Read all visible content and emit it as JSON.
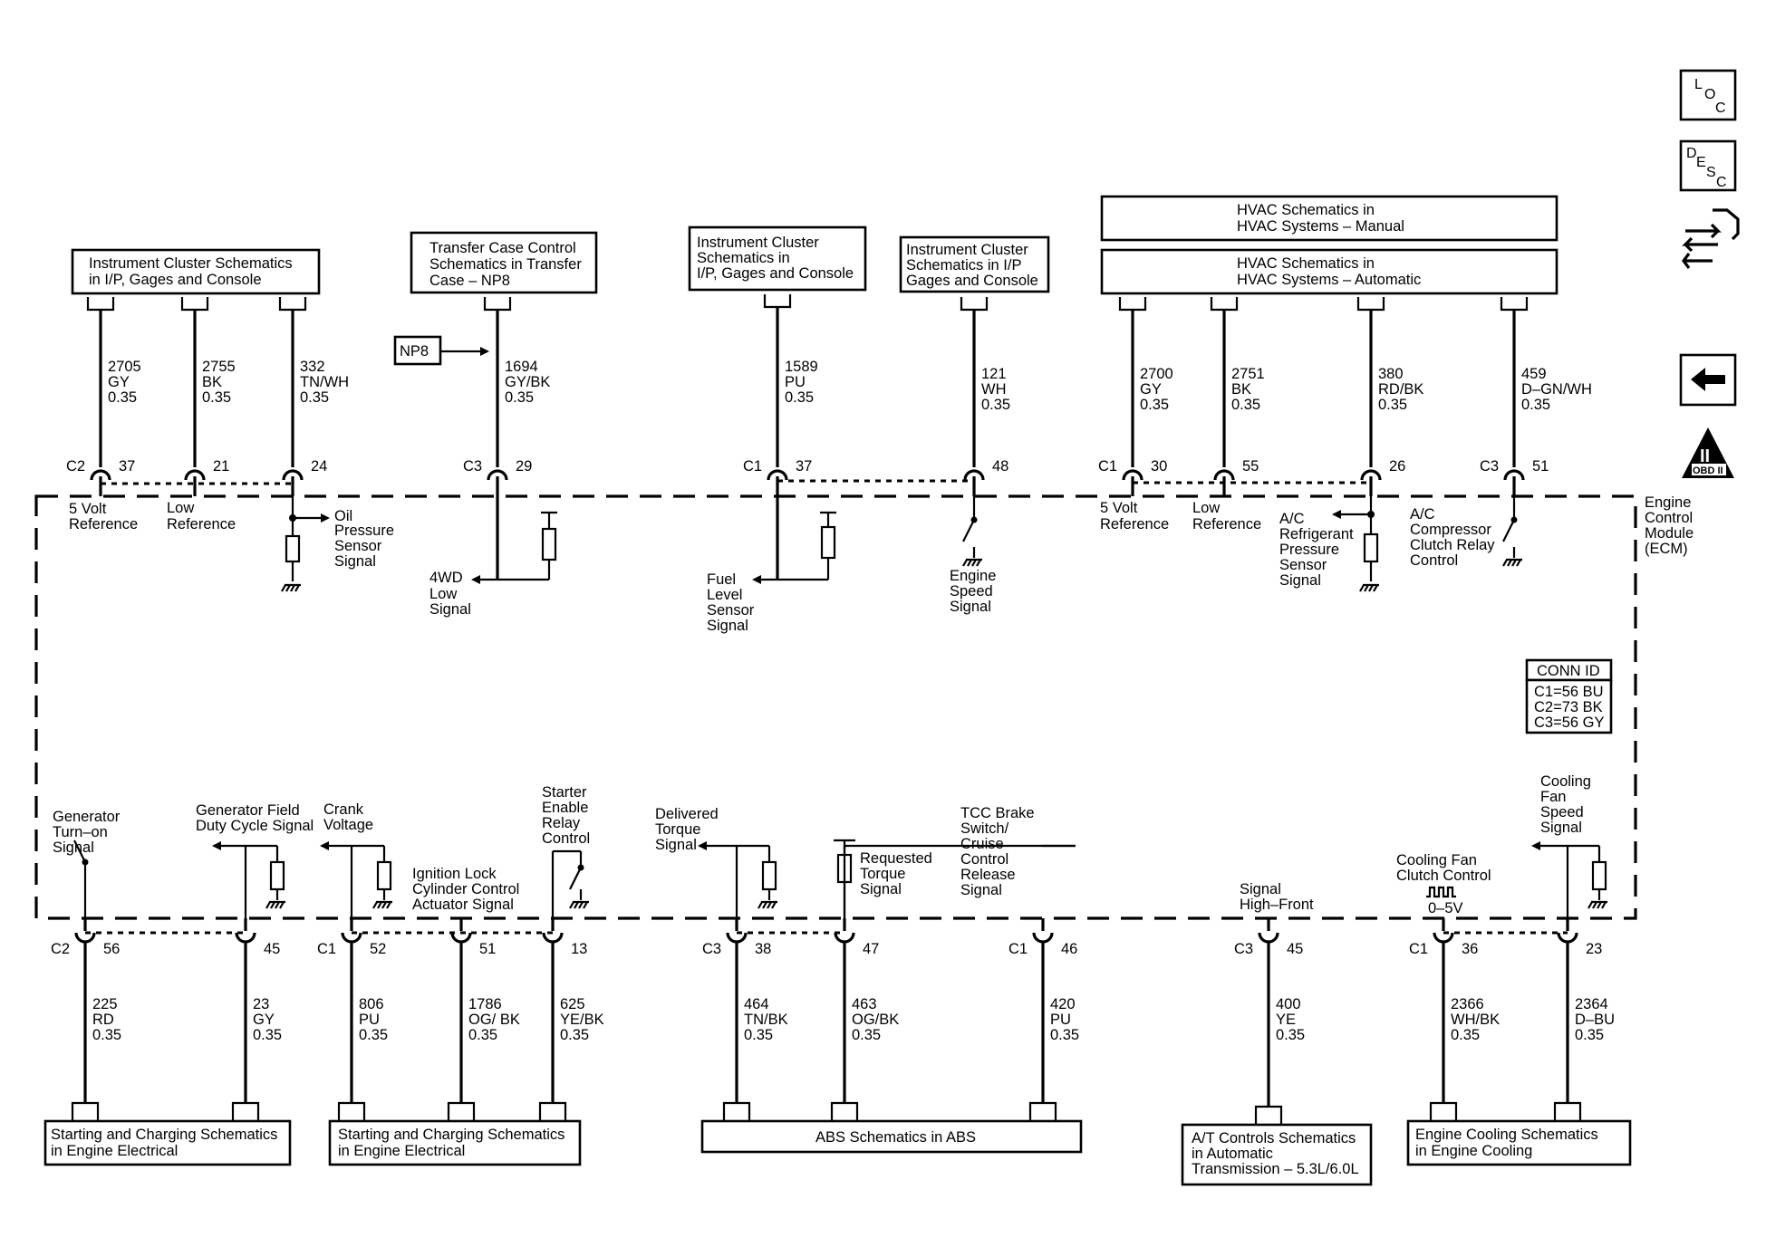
{
  "ecm_label": [
    "Engine",
    "Control",
    "Module",
    "(ECM)"
  ],
  "conn_id": {
    "title": "CONN ID",
    "lines": [
      "C1=56 BU",
      "C2=73 BK",
      "C3=56 GY"
    ]
  },
  "nav": {
    "loc": [
      "L",
      "O",
      "C"
    ],
    "desc": [
      "D",
      "E",
      "S",
      "C"
    ],
    "obd": [
      "II",
      "OBD II"
    ]
  },
  "np8_tag": "NP8",
  "top_boxes": [
    {
      "lines": [
        "Instrument Cluster Schematics",
        "in I/P, Gages and Console"
      ]
    },
    {
      "lines": [
        "Transfer Case Control",
        "Schematics in Transfer",
        "Case – NP8"
      ]
    },
    {
      "lines": [
        "Instrument Cluster",
        "Schematics in",
        "I/P, Gages and Console"
      ]
    },
    {
      "lines": [
        "Instrument Cluster",
        "Schematics in I/P",
        "Gages and Console"
      ]
    },
    {
      "lines": [
        "HVAC Schematics in",
        "HVAC Systems – Manual"
      ]
    },
    {
      "lines": [
        "HVAC Schematics in",
        "HVAC Systems – Automatic"
      ]
    }
  ],
  "bottom_boxes": [
    {
      "lines": [
        "Starting and Charging Schematics",
        "in Engine Electrical"
      ]
    },
    {
      "lines": [
        "Starting and Charging Schematics",
        "in Engine Electrical"
      ]
    },
    {
      "lines": [
        "ABS Schematics in ABS"
      ]
    },
    {
      "lines": [
        "A/T Controls Schematics",
        "in Automatic",
        "Transmission – 5.3L/6.0L"
      ]
    },
    {
      "lines": [
        "Engine Cooling Schematics",
        "in Engine Cooling"
      ]
    }
  ],
  "top_circuits": [
    {
      "conn": "C2",
      "pin": "37",
      "circuit": "2705",
      "color": "GY",
      "gauge": "0.35",
      "signal": [
        "5 Volt",
        "Reference"
      ]
    },
    {
      "conn": "",
      "pin": "21",
      "circuit": "2755",
      "color": "BK",
      "gauge": "0.35",
      "signal": [
        "Low",
        "Reference"
      ]
    },
    {
      "conn": "",
      "pin": "24",
      "circuit": "332",
      "color": "TN/WH",
      "gauge": "0.35",
      "signal": [
        "Oil",
        "Pressure",
        "Sensor",
        "Signal"
      ]
    },
    {
      "conn": "C3",
      "pin": "29",
      "circuit": "1694",
      "color": "GY/BK",
      "gauge": "0.35",
      "signal": [
        "4WD",
        "Low",
        "Signal"
      ]
    },
    {
      "conn": "C1",
      "pin": "37",
      "circuit": "1589",
      "color": "PU",
      "gauge": "0.35",
      "signal": [
        "Fuel",
        "Level",
        "Sensor",
        "Signal"
      ]
    },
    {
      "conn": "",
      "pin": "48",
      "circuit": "121",
      "color": "WH",
      "gauge": "0.35",
      "signal": [
        "Engine",
        "Speed",
        "Signal"
      ]
    },
    {
      "conn": "C1",
      "pin": "30",
      "circuit": "2700",
      "color": "GY",
      "gauge": "0.35",
      "signal": [
        "5 Volt",
        "Reference"
      ]
    },
    {
      "conn": "",
      "pin": "55",
      "circuit": "2751",
      "color": "BK",
      "gauge": "0.35",
      "signal": [
        "Low",
        "Reference"
      ]
    },
    {
      "conn": "",
      "pin": "26",
      "circuit": "380",
      "color": "RD/BK",
      "gauge": "0.35",
      "signal": [
        "A/C",
        "Refrigerant",
        "Pressure",
        "Sensor",
        "Signal"
      ]
    },
    {
      "conn": "C3",
      "pin": "51",
      "circuit": "459",
      "color": "D–GN/WH",
      "gauge": "0.35",
      "signal": [
        "A/C",
        "Compressor",
        "Clutch Relay",
        "Control"
      ]
    }
  ],
  "bottom_circuits": [
    {
      "conn": "C2",
      "pin": "56",
      "circuit": "225",
      "color": "RD",
      "gauge": "0.35",
      "signal": [
        "Generator",
        "Turn–on",
        "Signal"
      ]
    },
    {
      "conn": "",
      "pin": "45",
      "circuit": "23",
      "color": "GY",
      "gauge": "0.35",
      "signal": [
        "Generator Field",
        "Duty Cycle Signal"
      ]
    },
    {
      "conn": "C1",
      "pin": "52",
      "circuit": "806",
      "color": "PU",
      "gauge": "0.35",
      "signal": [
        "Crank",
        "Voltage"
      ]
    },
    {
      "conn": "",
      "pin": "51",
      "circuit": "1786",
      "color": "OG/ BK",
      "gauge": "0.35",
      "signal": [
        "Ignition Lock",
        "Cylinder Control",
        "Actuator Signal"
      ]
    },
    {
      "conn": "",
      "pin": "13",
      "circuit": "625",
      "color": "YE/BK",
      "gauge": "0.35",
      "signal": [
        "Starter",
        "Enable",
        "Relay",
        "Control"
      ]
    },
    {
      "conn": "C3",
      "pin": "38",
      "circuit": "464",
      "color": "TN/BK",
      "gauge": "0.35",
      "signal": [
        "Delivered",
        "Torque",
        "Signal"
      ]
    },
    {
      "conn": "",
      "pin": "47",
      "circuit": "463",
      "color": "OG/BK",
      "gauge": "0.35",
      "signal": [
        "Requested",
        "Torque",
        "Signal"
      ]
    },
    {
      "conn": "C1",
      "pin": "46",
      "circuit": "420",
      "color": "PU",
      "gauge": "0.35",
      "signal": [
        "TCC Brake",
        "Switch/",
        "Cruise",
        "Control",
        "Release",
        "Signal"
      ]
    },
    {
      "conn": "C3",
      "pin": "45",
      "circuit": "400",
      "color": "YE",
      "gauge": "0.35",
      "signal": [
        "Signal",
        "High–Front"
      ]
    },
    {
      "conn": "C1",
      "pin": "36",
      "circuit": "2366",
      "color": "WH/BK",
      "gauge": "0.35",
      "signal": [
        "Cooling Fan",
        "Clutch Control"
      ],
      "extra": "0–5V"
    },
    {
      "conn": "",
      "pin": "23",
      "circuit": "2364",
      "color": "D–BU",
      "gauge": "0.35",
      "signal": [
        "Cooling",
        "Fan",
        "Speed",
        "Signal"
      ]
    }
  ]
}
